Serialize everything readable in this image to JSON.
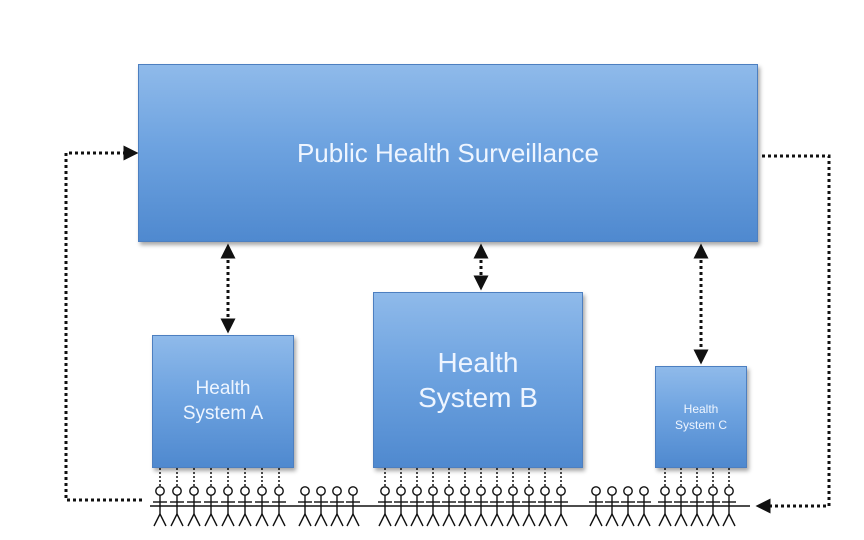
{
  "diagram": {
    "main_box": {
      "label": "Public Health Surveillance"
    },
    "systems": [
      {
        "label": "Health System A"
      },
      {
        "label": "Health System B"
      },
      {
        "label": "Health System C"
      }
    ]
  },
  "colors": {
    "box_top": "#8fbaea",
    "box_bottom": "#4f89cf",
    "box_text": "#eef5ff",
    "connector": "#111111"
  },
  "icons": [
    "person-icon",
    "dotted-double-arrow",
    "dotted-arrow"
  ]
}
